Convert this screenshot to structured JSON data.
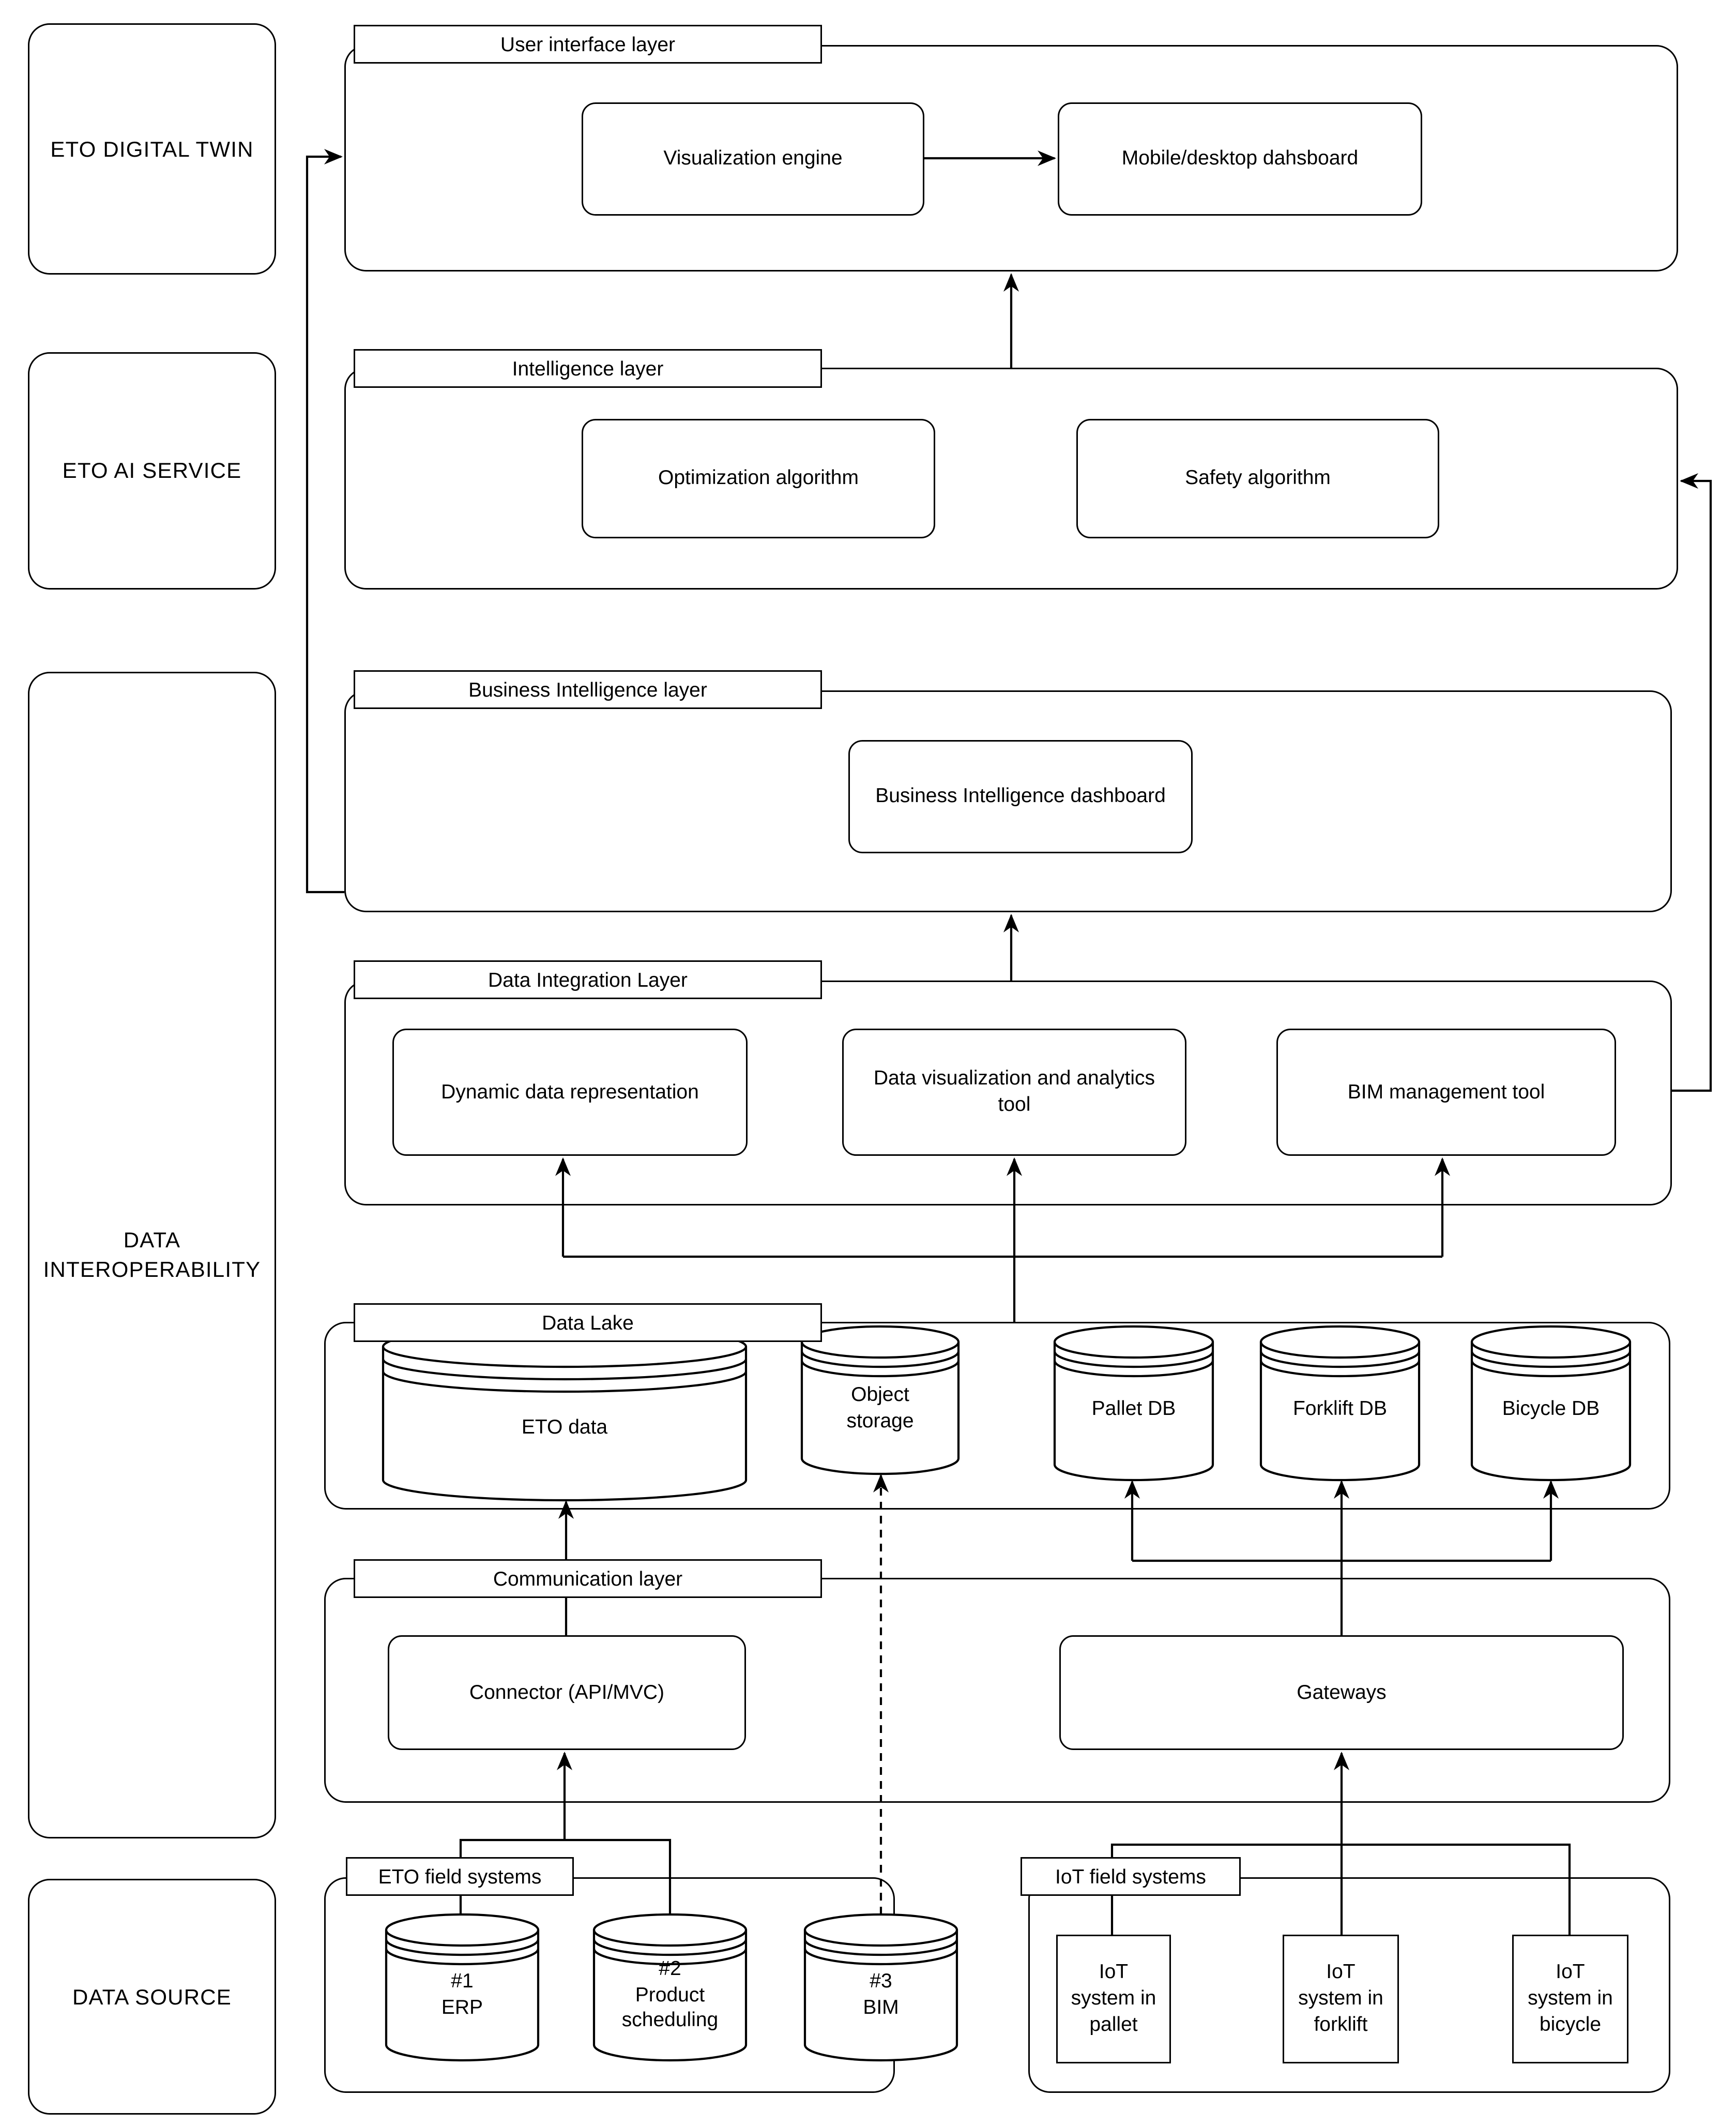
{
  "diagram_title": "ETO Digital Twin layered architecture",
  "colors": {
    "stroke": "#000000",
    "fill": "#ffffff",
    "background": "#ffffff"
  },
  "left_column": {
    "digital_twin": "ETO DIGITAL TWIN",
    "ai_service": "ETO AI SERVICE",
    "interoperability": "DATA\nINTEROPERABILITY",
    "data_source": "DATA SOURCE"
  },
  "layers": {
    "user_interface": {
      "label": "User interface layer",
      "boxes": {
        "visualization_engine": "Visualization engine",
        "dashboard": "Mobile/desktop dahsboard"
      }
    },
    "intelligence": {
      "label": "Intelligence layer",
      "boxes": {
        "optimization": "Optimization algorithm",
        "safety": "Safety algorithm"
      }
    },
    "business_intelligence": {
      "label": "Business Intelligence layer",
      "boxes": {
        "bi_dashboard": "Business Intelligence dashboard"
      }
    },
    "data_integration": {
      "label": "Data Integration Layer",
      "boxes": {
        "dynamic": "Dynamic data representation",
        "visualization": "Data visualization and analytics\ntool",
        "bim": "BIM management tool"
      }
    },
    "data_lake": {
      "label": "Data Lake",
      "cylinders": {
        "eto_data": "ETO data",
        "object_storage": "Object\nstorage",
        "pallet_db": "Pallet DB",
        "forklift_db": "Forklift DB",
        "bicycle_db": "Bicycle DB"
      }
    },
    "communication": {
      "label": "Communication layer",
      "boxes": {
        "connector": "Connector (API/MVC)",
        "gateways": "Gateways"
      }
    },
    "eto_field": {
      "label": "ETO field systems",
      "cylinders": {
        "erp": "#1\nERP",
        "scheduling": "#2\nProduct\nscheduling",
        "bim": "#3\nBIM"
      }
    },
    "iot_field": {
      "label": "IoT field systems",
      "boxes": {
        "pallet": "IoT\nsystem in\npallet",
        "forklift": "IoT\nsystem in\nforklift",
        "bicycle": "IoT\nsystem in\nbicycle"
      }
    }
  }
}
